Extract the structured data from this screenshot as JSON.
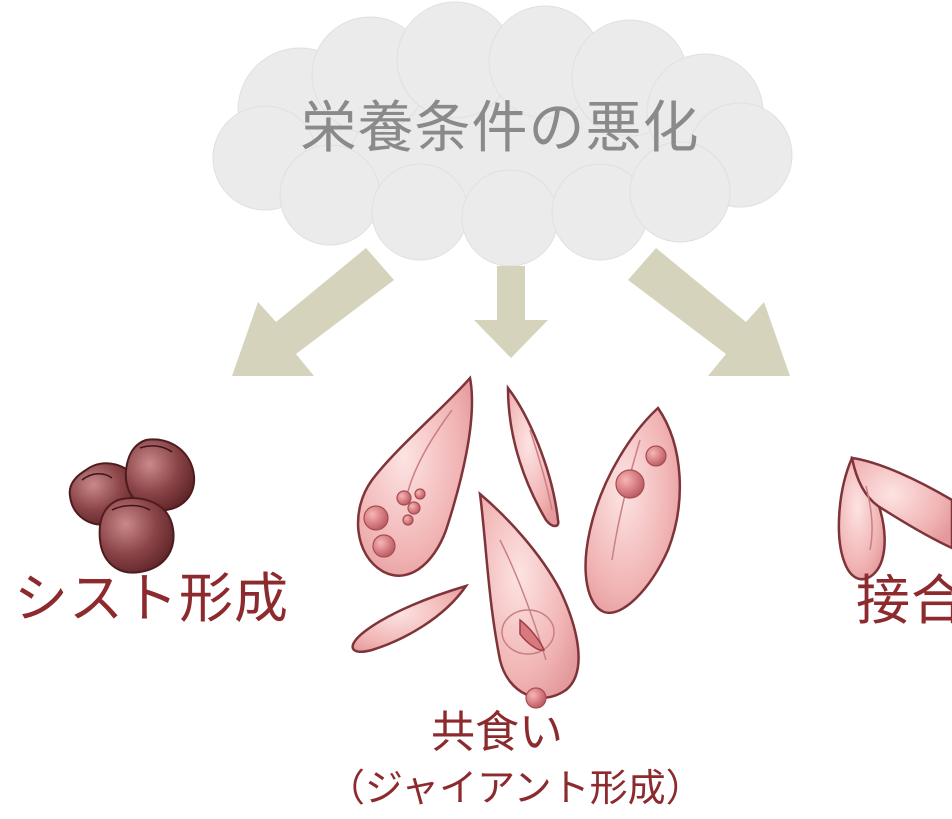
{
  "cloud": {
    "label": "栄養条件の悪化",
    "fill": "#ebebeb",
    "text_color": "#8a8a8a"
  },
  "arrows": {
    "color": "#d6d3bd"
  },
  "outcomes": {
    "cyst": {
      "label": "シスト形成"
    },
    "cannibalism": {
      "label": "共食い",
      "sublabel": "（ジャイアント形成）"
    },
    "conjugation": {
      "label": "接合"
    }
  },
  "colors": {
    "label": "#8c2a2e",
    "cell_fill": "#f2b8b8",
    "cell_outline": "#7e3438",
    "cyst_fill": "#7a3a3e"
  }
}
